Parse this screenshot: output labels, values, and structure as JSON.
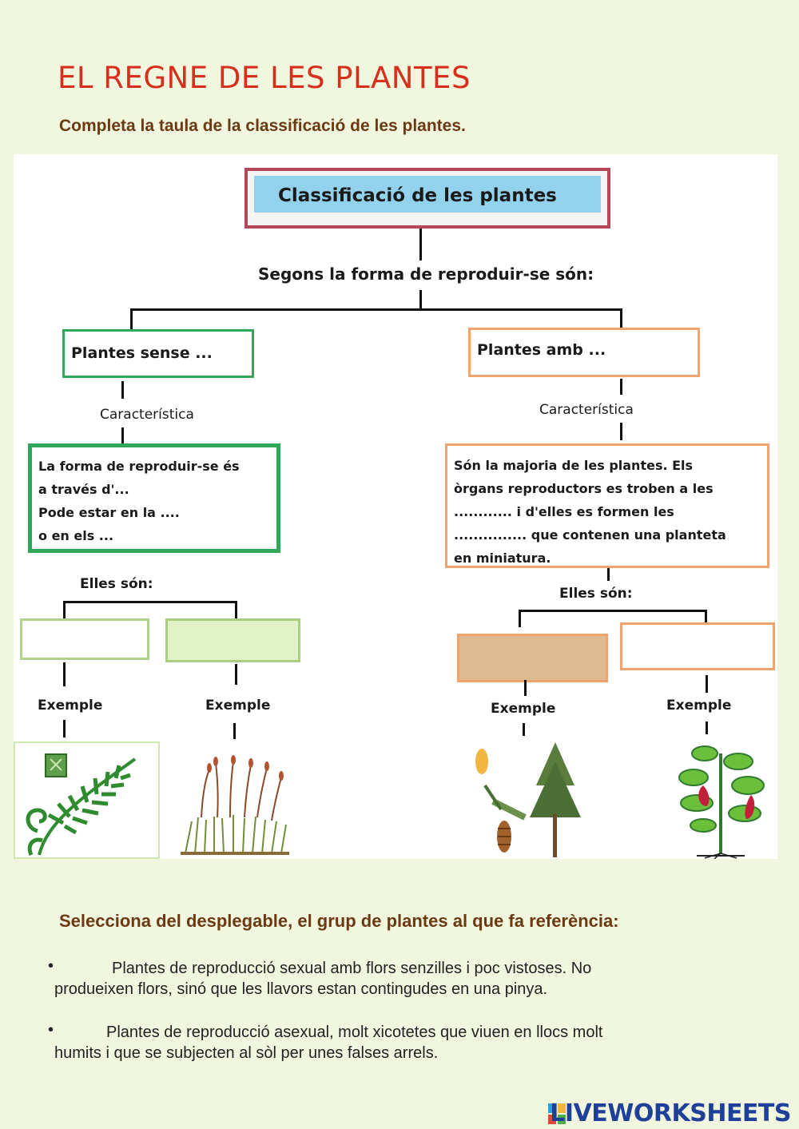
{
  "page": {
    "title": "EL REGNE DE LES PLANTES",
    "subtitle": "Completa la taula de la classificació de les plantes."
  },
  "diagram": {
    "root": "Classificació de les plantes",
    "criterion": "Segons la forma de reproduir-se són:",
    "left": {
      "heading": "Plantes sense ...",
      "char_label": "Característica",
      "char_lines": [
        "La forma de reproduir-se és",
        "a través d'...",
        "Pode estar en la ....",
        "o en els ..."
      ],
      "kinds_label": "Elles són:",
      "example1": "Exemple",
      "example2": "Exemple"
    },
    "right": {
      "heading": "Plantes amb ...",
      "char_label": "Característica",
      "char_lines": [
        "Són la majoria de les plantes. Els",
        "òrgans reproductors es troben a les",
        "............  i d'elles es formen les",
        "............... que contenen una planteta",
        "en miniatura."
      ],
      "kinds_label": "Elles són:",
      "example1": "Exemple",
      "example2": "Exemple"
    }
  },
  "questions": {
    "title": "Selecciona del desplegable, el grup de plantes al que fa referència:",
    "items": [
      {
        "line1": "Plantes de reproducció sexual amb flors senzilles i poc vistoses. No",
        "line2": "produeixen flors, sinó que les llavors estan contingudes en una pinya."
      },
      {
        "line1": "Plantes de reproducció asexual, molt xicotetes que viuen en llocs molt",
        "line2": "humits i que se subjecten al sòl per unes falses arrels."
      }
    ]
  },
  "footer": {
    "brand": "LIVEWORKSHEETS"
  },
  "colors": {
    "title": "#d62f1c",
    "subtitle": "#6b3a12",
    "green": "#2fa85a",
    "orange": "#f0a46c",
    "brand": "#1e3f9a"
  }
}
